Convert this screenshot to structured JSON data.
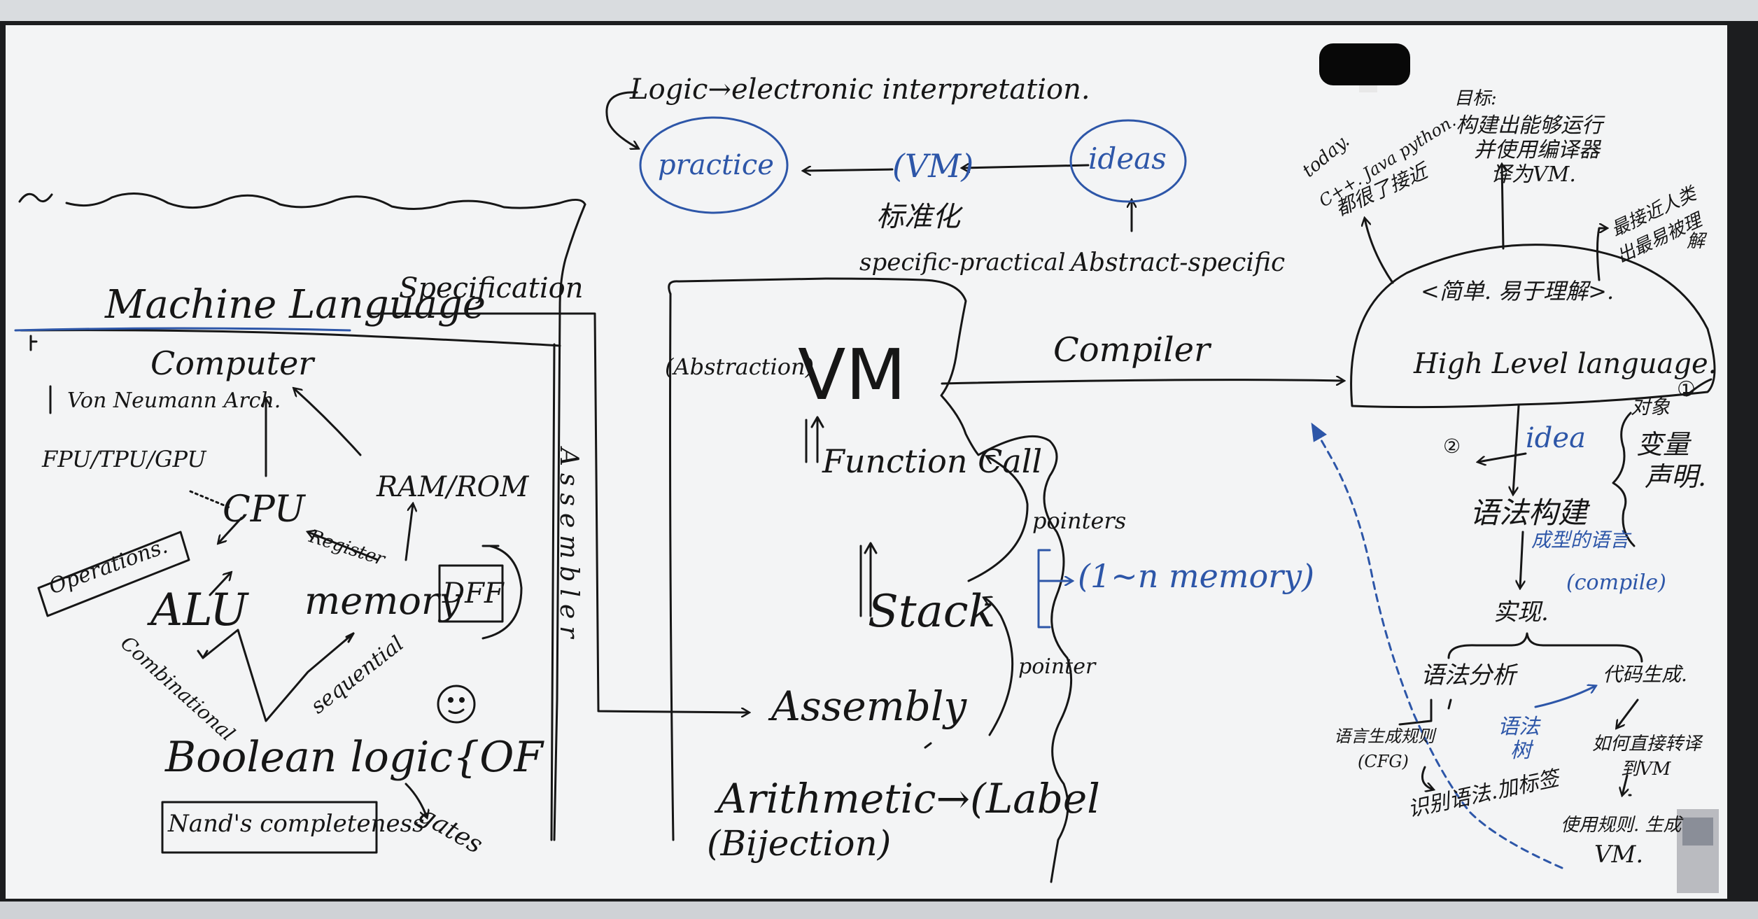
{
  "colors": {
    "ink": "#161616",
    "blue_ink": "#2d56a8",
    "board": "#f3f4f5",
    "frame": "#2a2b2d"
  },
  "top": {
    "logic_line": "Logic→electronic interpretation.",
    "practice": "practice",
    "vm": "(VM)",
    "ideas": "ideas",
    "standardize": "标准化",
    "specific_practical": "specific-practical",
    "abstract_specific": "Abstract-specific"
  },
  "left": {
    "machine_language": "Machine Language",
    "specification": "Specification",
    "computer": "Computer",
    "von_neumann": "Von Neumann Arch.",
    "fpu": "FPU/TPU/GPU",
    "cpu": "CPU",
    "ram_rom": "RAM/ROM",
    "register": "Register",
    "operations": "Operations.",
    "alu": "ALU",
    "memory": "memory",
    "dff": "DFF",
    "combinational": "Combinational",
    "sequential": "sequential",
    "boolean_logic": "Boolean logic{OF",
    "gates": "gates",
    "nand": "Nand's completeness"
  },
  "middle": {
    "assembler": "Assembler",
    "abstraction": "(Abstraction)",
    "vm": "VM",
    "compiler": "Compiler",
    "function_call": "Function Call",
    "pointers": "pointers",
    "memory_range": "(1~n memory)",
    "stack": "Stack",
    "pointer": "pointer",
    "assembly": "Assembly",
    "arithmetic": "Arithmetic→(Label",
    "bijection": "(Bijection)"
  },
  "right": {
    "today": "today.",
    "languages": "C++. Java python.",
    "examples": "都很了接近",
    "goal": "目标:",
    "goal_line1": "构建出能够运行",
    "goal_line2": "并使用编译器",
    "goal_line3": "译为VM.",
    "close1": "最接近人类",
    "close2": "出最易被理",
    "close3": "解",
    "simple": "<简单. 易于理解>.",
    "high_level": "High Level language.",
    "circle2": "②",
    "idea": "idea",
    "circle1": "①",
    "object": "对象",
    "variable": "变量",
    "declare": "声明.",
    "syntax_build": "语法构建",
    "new_language": "成型的语言",
    "implement": "实现.",
    "compile": "(compile)",
    "syntax_analysis": "语法分析",
    "code_gen": "代码生成.",
    "grammar": "语言生成规则",
    "cfg": "(CFG)",
    "tree1": "语法",
    "tree2": "树",
    "direct1": "如何直接转译",
    "direct2": "到VM",
    "recognize": "识别语法.加标签",
    "use_rules": "使用规则. 生成",
    "vm_final": "VM."
  }
}
